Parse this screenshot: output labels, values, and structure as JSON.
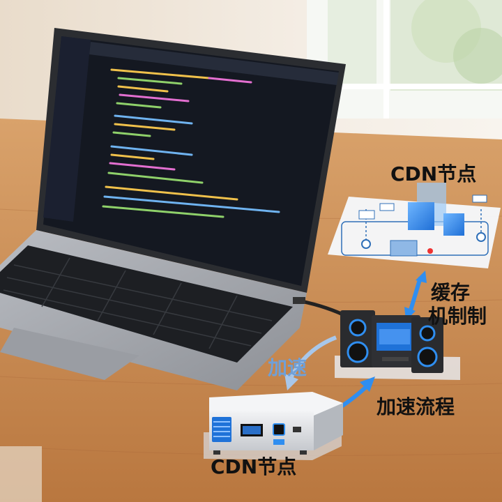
{
  "labels": {
    "cdn_node_top": "CDN节点",
    "cache_mechanism_line1": "缓存",
    "cache_mechanism_line2": "机制制",
    "accelerate": "加速",
    "accelerate_flow": "加速流程",
    "cdn_node_bottom": "CDN节点"
  },
  "colors": {
    "accent_blue": "#2f8ef0",
    "light_blue": "#7aaee3",
    "wood": "#c98d57",
    "wall": "#efe6da"
  },
  "icons": {
    "double_arrow": "double-headed-arrow-icon",
    "down_arrow": "curved-down-arrow-icon",
    "up_arrow": "curved-up-arrow-icon"
  }
}
